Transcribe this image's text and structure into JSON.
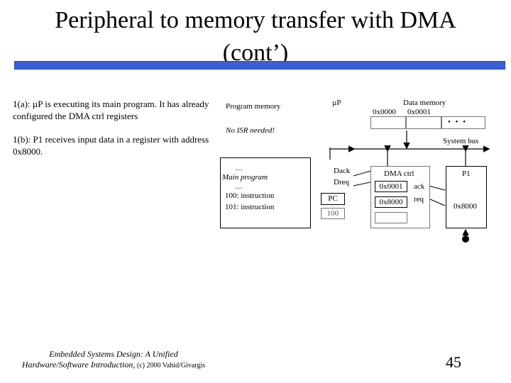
{
  "slide": {
    "title_line1": "Peripheral to memory transfer with DMA",
    "title_line2": "(cont’)",
    "bullet_1a": "1(a): µP is executing its main program. It has already configured the DMA ctrl registers",
    "bullet_1b": "1(b): P1 receives input data in a register with address 0x8000.",
    "footer_line1": "Embedded Systems Design: A Unified",
    "footer_line2_italic": "Hardware/Software Introduction,",
    "footer_line2_plain": " (c) 2000 Vahid/Givargis",
    "page_number": "45"
  },
  "diagram": {
    "program_memory_label": "Program memory",
    "no_isr_label": "No ISR needed!",
    "ellipsis_1": "…",
    "main_program": "Main program",
    "ellipsis_2": "…",
    "instr_100": "100:  instruction",
    "instr_101": "101:  instruction",
    "up_label": "µP",
    "dack_label": "Dack",
    "dreq_label": "Dreq",
    "pc_label": "PC",
    "pc_value": "100",
    "data_memory_label": "Data memory",
    "addr_0000": "0x0000",
    "addr_0001": "0x0001",
    "dots": "• • •",
    "system_bus_label": "System bus",
    "dma_ctrl_label": "DMA ctrl",
    "dma_reg1": "0x0001",
    "ack_label": "ack",
    "dma_reg2": "0x8000",
    "req_label": "req",
    "p1_label": "P1",
    "p1_reg": "0x8000"
  },
  "colors": {
    "title_bar": "#3a5fd6",
    "frame_gray": "#777777"
  }
}
